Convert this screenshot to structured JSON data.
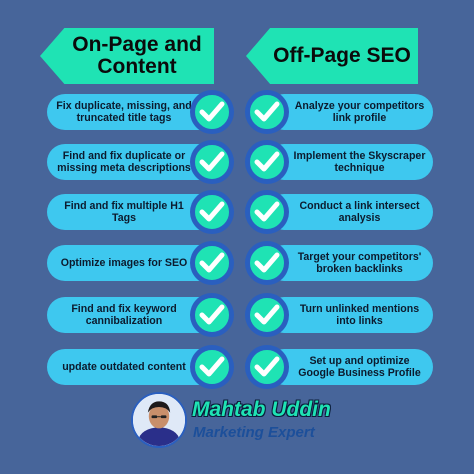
{
  "headers": {
    "left": "On-Page and Content",
    "right": "Off-Page SEO"
  },
  "left_items": [
    "Fix duplicate, missing, and truncated title tags",
    "Find and fix duplicate or missing meta descriptions",
    "Find and fix multiple H1 Tags",
    "Optimize images for SEO",
    "Find and fix keyword cannibalization",
    "update outdated content"
  ],
  "right_items": [
    "Analyze your competitors link profile",
    "Implement the Skyscraper technique",
    "Conduct a link intersect analysis",
    "Target your competitors' broken backlinks",
    "Turn unlinked mentions into links",
    "Set up and optimize Google Business Profile"
  ],
  "author": {
    "name": "Mahtab Uddin",
    "role": "Marketing Expert"
  },
  "colors": {
    "background": "#47659a",
    "header": "#1fe3b4",
    "pill": "#3ec8ef",
    "check_fill": "#1fe3b4",
    "check_ring": "#2a5fbf"
  },
  "icons": {
    "check": "check-circle-icon",
    "avatar": "person-portrait-icon"
  }
}
